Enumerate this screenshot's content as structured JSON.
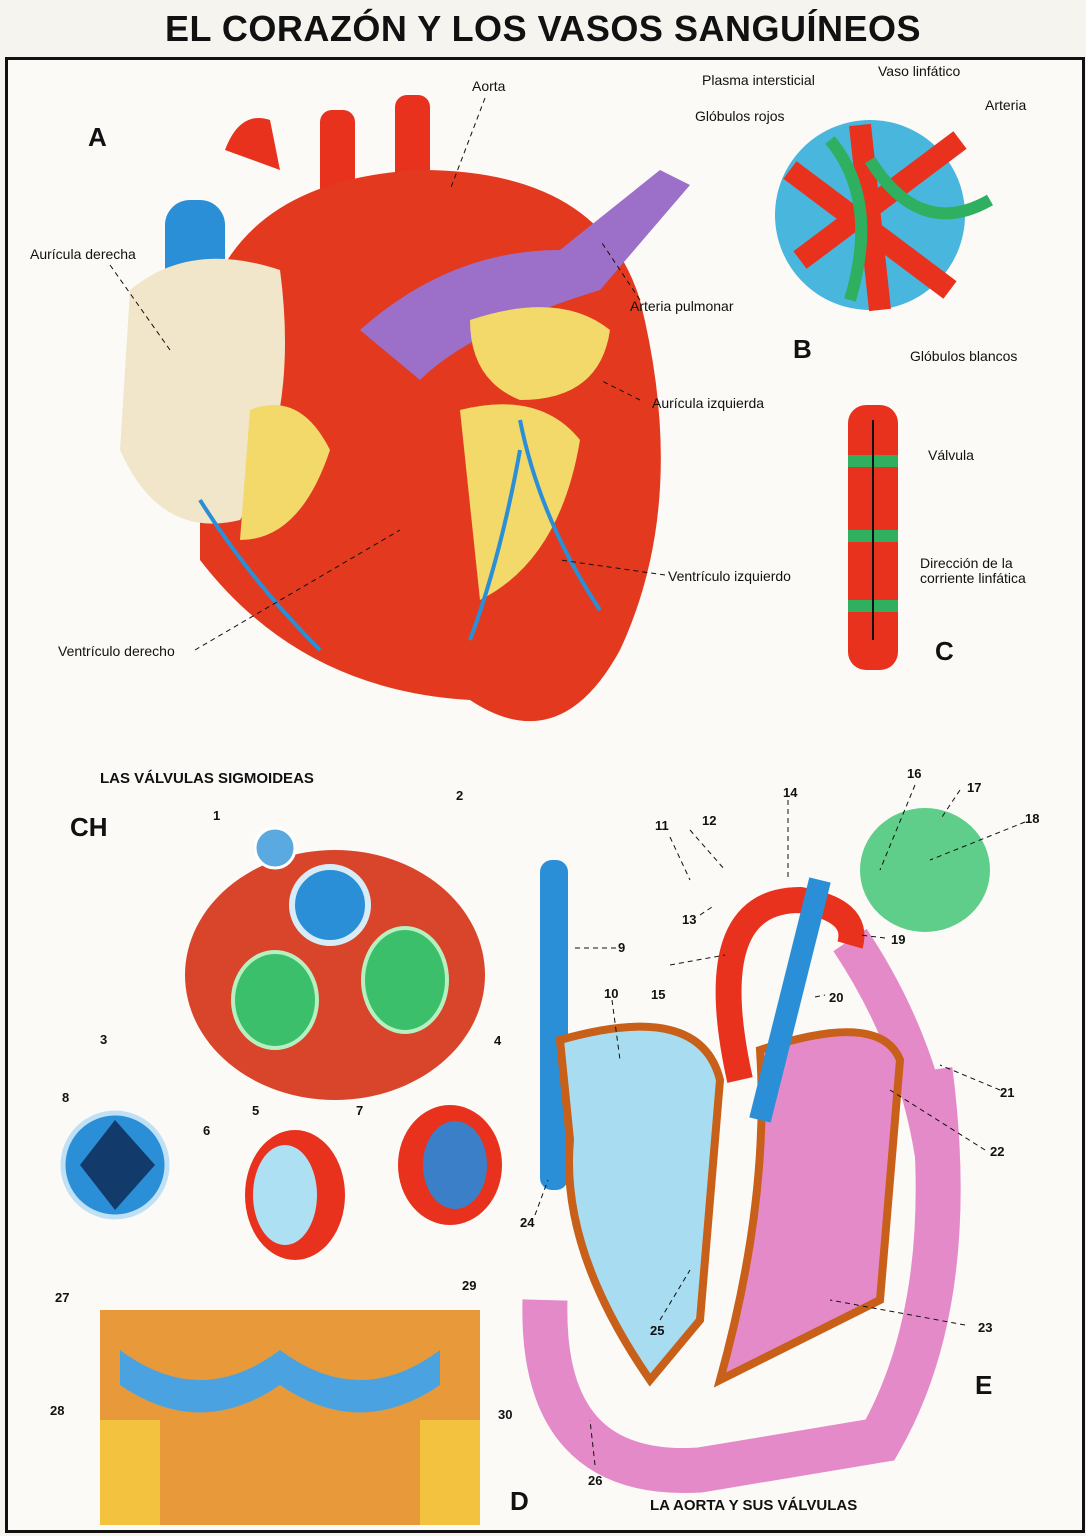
{
  "title": "EL CORAZÓN Y LOS VASOS SANGUÍNEOS",
  "panels": {
    "A": {
      "letter": "A",
      "labels": {
        "aorta": "Aorta",
        "auricula_derecha": "Aurícula derecha",
        "arteria_pulmonar": "Arteria pulmonar",
        "auricula_izquierda": "Aurícula izquierda",
        "ventriculo_izquierdo": "Ventrículo izquierdo",
        "ventriculo_derecho": "Ventrículo derecho"
      }
    },
    "B": {
      "letter": "B",
      "labels": {
        "plasma": "Plasma intersticial",
        "vaso_linfatico": "Vaso linfático",
        "globulos_rojos": "Glóbulos rojos",
        "arteria": "Arteria",
        "globulos_blancos": "Glóbulos blancos"
      }
    },
    "C": {
      "letter": "C",
      "labels": {
        "valvula": "Válvula",
        "direccion_1": "Dirección de la",
        "direccion_2": "corriente linfática"
      }
    },
    "CH": {
      "letter": "CH",
      "caption": "LAS VÁLVULAS SIGMOIDEAS",
      "numbers": [
        "1",
        "2",
        "3",
        "4",
        "5",
        "6",
        "7",
        "8"
      ]
    },
    "D": {
      "letter": "D",
      "caption": "LA AORTA Y SUS VÁLVULAS",
      "numbers": [
        "27",
        "28",
        "29",
        "30"
      ]
    },
    "E": {
      "letter": "E",
      "numbers": [
        "9",
        "10",
        "11",
        "12",
        "13",
        "14",
        "15",
        "16",
        "17",
        "18",
        "19",
        "20",
        "21",
        "22",
        "23",
        "24",
        "25",
        "26"
      ]
    }
  },
  "colors": {
    "artery": "#e8321e",
    "vein": "#2a8fd6",
    "lymph": "#e58ac8",
    "fat": "#f3d86a",
    "valve_green": "#3cbf6a"
  }
}
